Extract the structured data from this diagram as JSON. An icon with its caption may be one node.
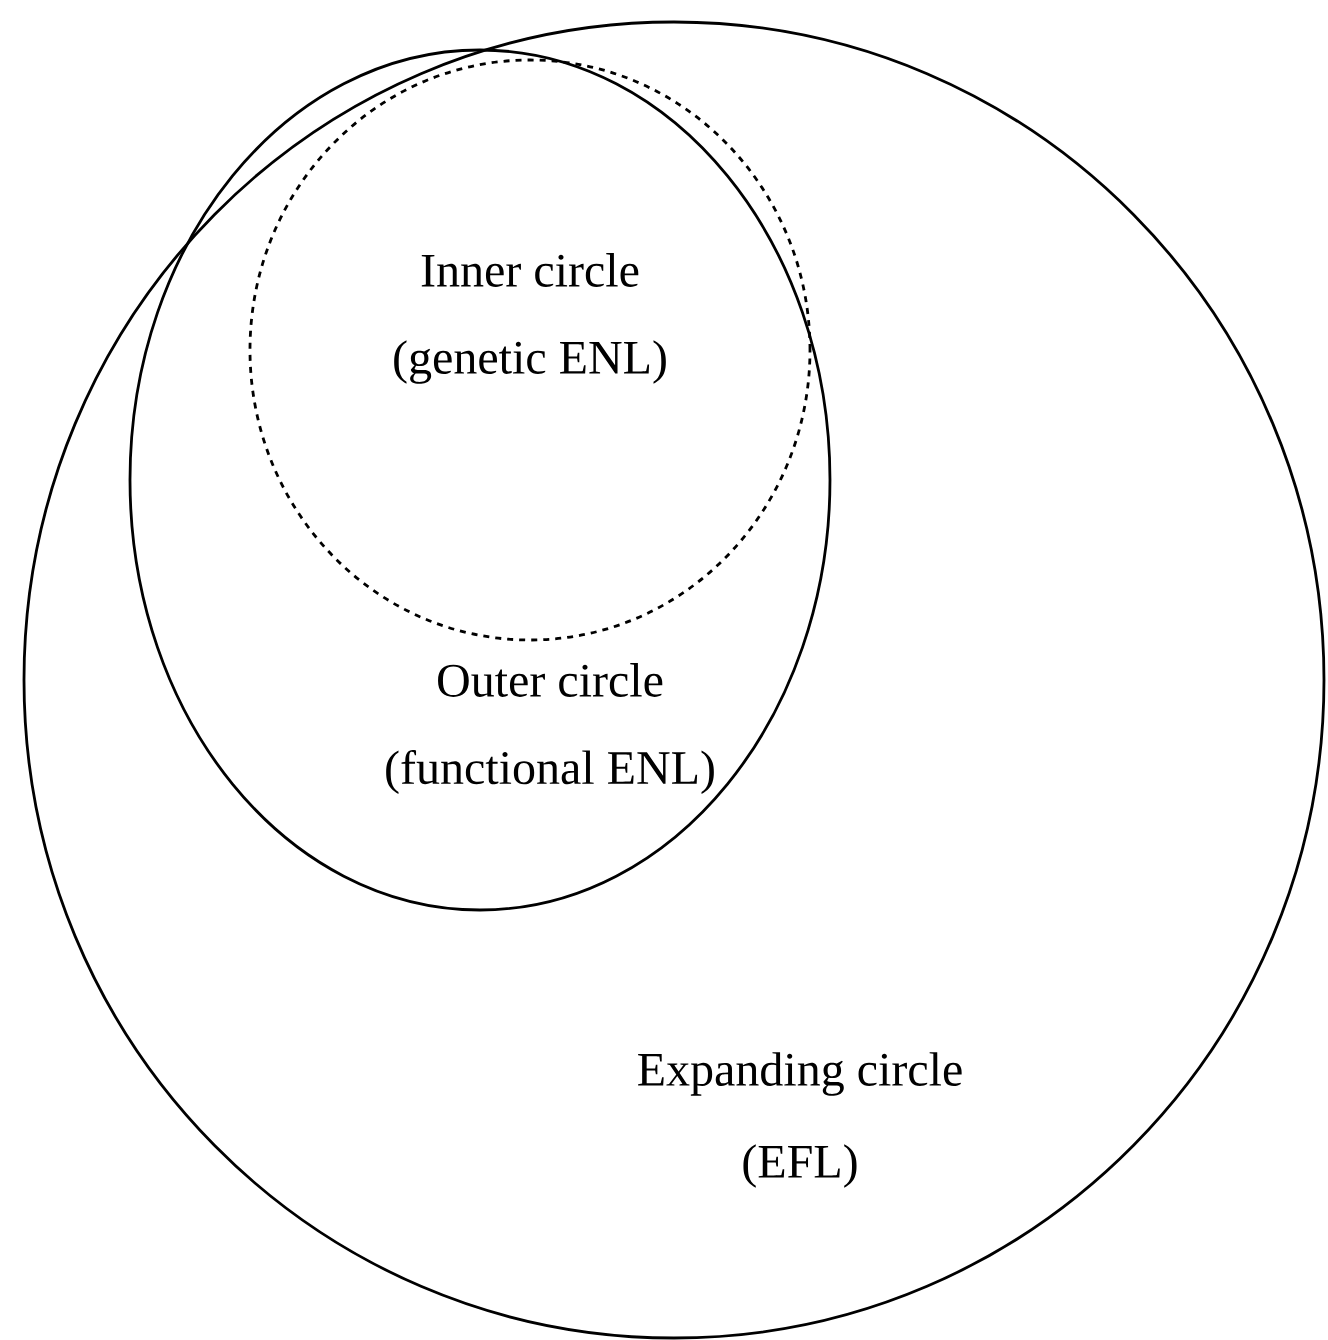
{
  "diagram": {
    "nodes": [
      {
        "text": [
          "Expanding circle",
          "(EFL)"
        ]
      },
      {
        "text": [
          "Outer circle",
          "(functional ENL)"
        ],
        "in": 0
      },
      {
        "text": [
          "Inner circle",
          "(genetic ENL)"
        ],
        "in": 1
      }
    ]
  }
}
